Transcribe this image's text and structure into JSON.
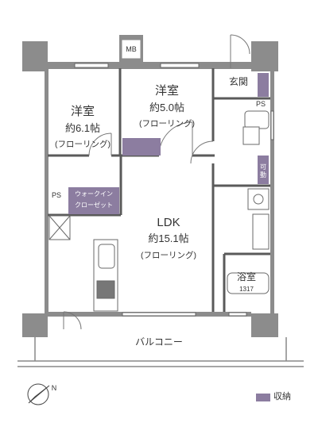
{
  "rooms": {
    "western_left": {
      "name": "洋室",
      "area": "約6.1帖",
      "floor": "(フローリング)"
    },
    "western_right": {
      "name": "洋室",
      "area": "約5.0帖",
      "floor": "(フローリング)"
    },
    "ldk": {
      "name": "LDK",
      "area": "約15.1帖",
      "floor": "(フローリング)"
    },
    "entrance": {
      "name": "玄関"
    },
    "bath": {
      "name": "浴室",
      "size": "1317"
    },
    "balcony": {
      "name": "バルコニー"
    }
  },
  "labels": {
    "mb": "MB",
    "ps_top": "PS",
    "ps_left": "PS",
    "walkin_line1": "ウォークイン",
    "walkin_line2": "クローゼット",
    "movable_storage": "可動",
    "compass_n": "N"
  },
  "legend": {
    "label": "収納"
  },
  "colors": {
    "wall": "#8c8c8c",
    "wall_light": "#c4c4c4",
    "storage": "#8c7da0",
    "line": "#5a5a5a",
    "fixture": "#6a6a6a"
  }
}
